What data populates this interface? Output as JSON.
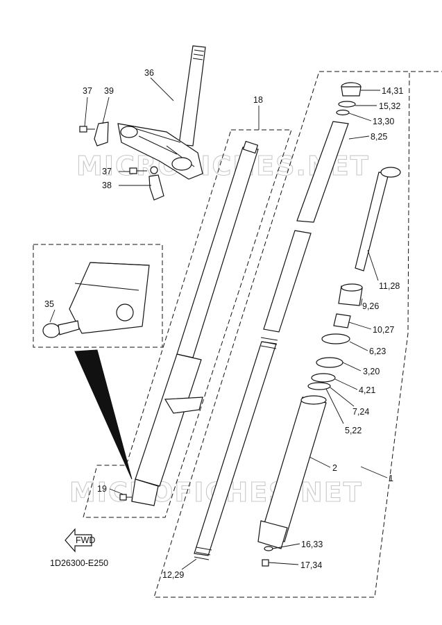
{
  "diagram": {
    "code": "1D26300-E250",
    "fwd": "FWD",
    "watermarks": [
      "MICROFICHES.NET",
      "MICROFICHES.NET"
    ],
    "callouts": [
      {
        "id": "c36",
        "text": "36"
      },
      {
        "id": "c37a",
        "text": "37"
      },
      {
        "id": "c39",
        "text": "39"
      },
      {
        "id": "c37b",
        "text": "37"
      },
      {
        "id": "c38",
        "text": "38"
      },
      {
        "id": "c18",
        "text": "18"
      },
      {
        "id": "c35",
        "text": "35"
      },
      {
        "id": "c19",
        "text": "19"
      },
      {
        "id": "c12_29",
        "text": "12,29"
      },
      {
        "id": "c14_31",
        "text": "14,31"
      },
      {
        "id": "c15_32",
        "text": "15,32"
      },
      {
        "id": "c13_30",
        "text": "13,30"
      },
      {
        "id": "c8_25",
        "text": "8,25"
      },
      {
        "id": "c11_28",
        "text": "11,28"
      },
      {
        "id": "c9_26",
        "text": "9,26"
      },
      {
        "id": "c10_27",
        "text": "10,27"
      },
      {
        "id": "c6_23",
        "text": "6,23"
      },
      {
        "id": "c3_20",
        "text": "3,20"
      },
      {
        "id": "c4_21",
        "text": "4,21"
      },
      {
        "id": "c7_24",
        "text": "7,24"
      },
      {
        "id": "c5_22",
        "text": "5,22"
      },
      {
        "id": "c2",
        "text": "2"
      },
      {
        "id": "c1",
        "text": "1"
      },
      {
        "id": "c16_33",
        "text": "16,33"
      },
      {
        "id": "c17_34",
        "text": "17,34"
      }
    ]
  }
}
